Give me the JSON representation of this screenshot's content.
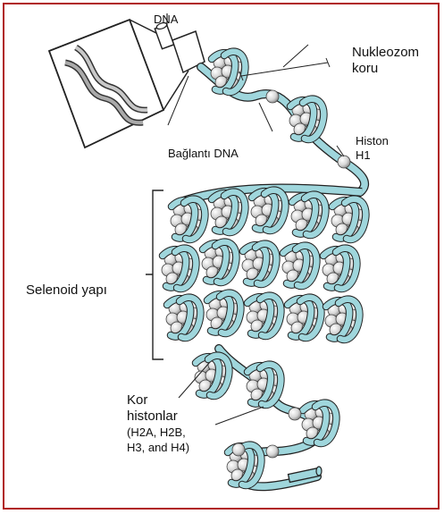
{
  "labels": {
    "dna": "DNA",
    "linker_dna": "Bağlantı DNA",
    "nucleosome_core_line1": "Nukleozom",
    "nucleosome_core_line2": "koru",
    "histone_h1_line1": "Histon",
    "histone_h1_line2": "H1",
    "solenoid": "Selenoid yapı",
    "core_histones_line1": "Kor",
    "core_histones_line2": "histonlar",
    "core_histones_line3": "(H2A, H2B,",
    "core_histones_line4": "H3, and H4)"
  },
  "colors": {
    "frame": "#b01e1e",
    "dna_strand": "#9fd6dc",
    "outline": "#222222",
    "histone_bead": "#d8d8d8"
  }
}
